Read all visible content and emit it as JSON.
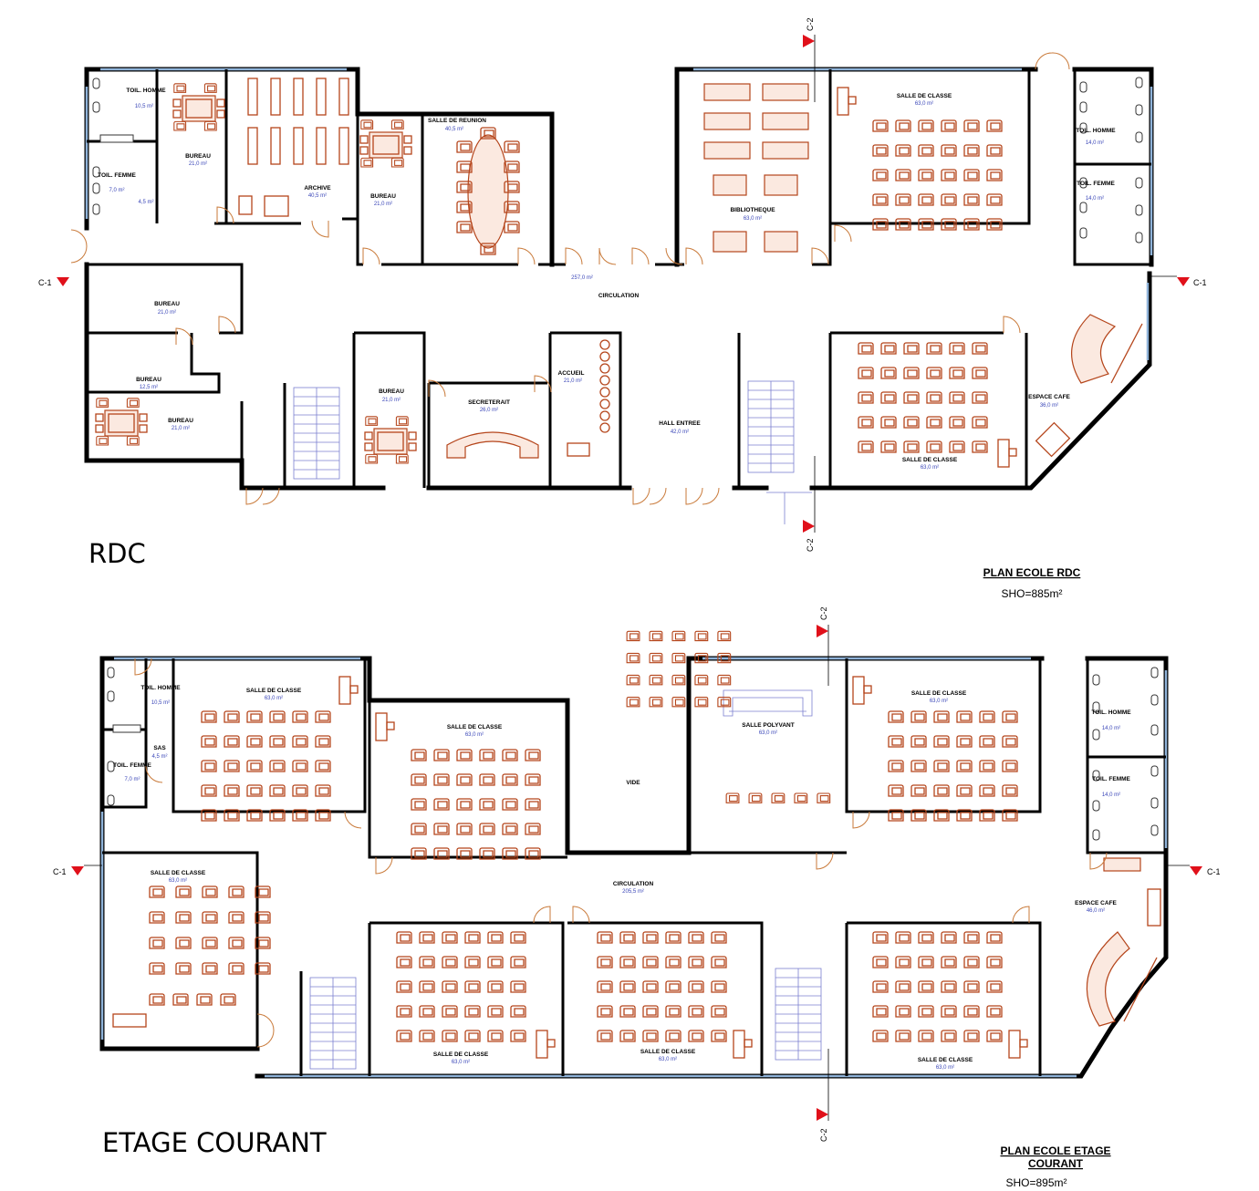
{
  "plans": {
    "rdc": {
      "title": "RDC",
      "plan_title": "PLAN ECOLE RDC",
      "sho": "SHO=885m²",
      "rooms": [
        {
          "id": "toil-homme",
          "name": "TOIL. HOMME",
          "area": "10,5 m²"
        },
        {
          "id": "toil-femme",
          "name": "TOIL. FEMME",
          "area": "7,0 m²"
        },
        {
          "id": "sas",
          "name": "",
          "area": "4,5 m²"
        },
        {
          "id": "bureau-1",
          "name": "BUREAU",
          "area": "21,0 m²"
        },
        {
          "id": "archive",
          "name": "ARCHIVE",
          "area": "40,5 m²"
        },
        {
          "id": "bureau-2",
          "name": "BUREAU",
          "area": "21,0 m²"
        },
        {
          "id": "salle-reunion",
          "name": "SALLE DE REUNION",
          "area": "40,5 m²"
        },
        {
          "id": "bibliotheque",
          "name": "BIBLIOTHEQUE",
          "area": "63,0 m²"
        },
        {
          "id": "salle-classe-1",
          "name": "SALLE DE CLASSE",
          "area": "63,0 m²"
        },
        {
          "id": "toil-homme-2",
          "name": "TOIL. HOMME",
          "area": "14,0 m²"
        },
        {
          "id": "toil-femme-2",
          "name": "TOIL. FEMME",
          "area": "14,0 m²"
        },
        {
          "id": "bureau-3",
          "name": "BUREAU",
          "area": "21,0 m²"
        },
        {
          "id": "circulation",
          "name": "CIRCULATION",
          "area": "257,0 m²"
        },
        {
          "id": "bureau-4",
          "name": "BUREAU",
          "area": "12,5 m²"
        },
        {
          "id": "bureau-5",
          "name": "BUREAU",
          "area": "21,0 m²"
        },
        {
          "id": "bureau-6",
          "name": "BUREAU",
          "area": "21,0 m²"
        },
        {
          "id": "secretariat",
          "name": "SECRETERAIT",
          "area": "26,0 m²"
        },
        {
          "id": "accueil",
          "name": "ACCUEIL",
          "area": "21,0 m²"
        },
        {
          "id": "hall",
          "name": "HALL ENTREE",
          "area": "42,0 m²"
        },
        {
          "id": "salle-classe-2",
          "name": "SALLE DE CLASSE",
          "area": "63,0 m²"
        },
        {
          "id": "espace-cafe",
          "name": "ESPACE CAFE",
          "area": "36,0 m²"
        }
      ]
    },
    "etage": {
      "title": "ETAGE COURANT",
      "plan_title_line1": "PLAN ECOLE ETAGE",
      "plan_title_line2": "COURANT",
      "sho": "SHO=895m²",
      "rooms": [
        {
          "id": "toil-homme",
          "name": "TOIL. HOMME",
          "area": "10,5 m²"
        },
        {
          "id": "sas",
          "name": "SAS",
          "area": "4,5 m²"
        },
        {
          "id": "toil-femme",
          "name": "TOIL. FEMME",
          "area": "7,0 m²"
        },
        {
          "id": "classe-a",
          "name": "SALLE DE CLASSE",
          "area": "63,0 m²"
        },
        {
          "id": "classe-b",
          "name": "SALLE DE CLASSE",
          "area": "63,0 m²"
        },
        {
          "id": "vide",
          "name": "VIDE",
          "area": ""
        },
        {
          "id": "polyvant",
          "name": "SALLE POLYVANT",
          "area": "63,0 m²"
        },
        {
          "id": "classe-c",
          "name": "SALLE DE CLASSE",
          "area": "63,0 m²"
        },
        {
          "id": "toil-homme-2",
          "name": "TOIL. HOMME",
          "area": "14,0 m²"
        },
        {
          "id": "toil-femme-2",
          "name": "TOIL. FEMME",
          "area": "14,0 m²"
        },
        {
          "id": "classe-d",
          "name": "SALLE DE CLASSE",
          "area": "63,0 m²"
        },
        {
          "id": "circulation",
          "name": "CIRCULATION",
          "area": "205,5 m²"
        },
        {
          "id": "espace-cafe",
          "name": "ESPACE CAFE",
          "area": "46,0 m²"
        },
        {
          "id": "classe-e",
          "name": "SALLE DE CLASSE",
          "area": "63,0 m²"
        },
        {
          "id": "classe-f",
          "name": "SALLE DE CLASSE",
          "area": "63,0 m²"
        },
        {
          "id": "classe-g",
          "name": "SALLE DE CLASSE",
          "area": "63,0 m²"
        }
      ]
    }
  },
  "section_markers": {
    "c1": "C-1",
    "c2": "C-2"
  },
  "colors": {
    "wall": "#000000",
    "furniture": "#b5451b",
    "window": "#8fb3d9",
    "area_text": "#3a46b8",
    "section_flag": "#e0101a"
  }
}
